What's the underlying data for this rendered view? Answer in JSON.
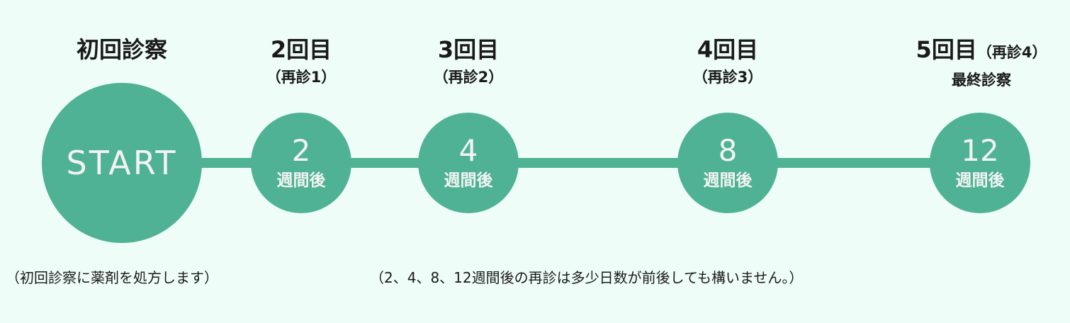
{
  "steps": [
    {
      "title": "初回診察",
      "circle": "START"
    },
    {
      "title": "2回目",
      "sub": "（再診1）",
      "num": "2",
      "unit": "週間後"
    },
    {
      "title": "3回目",
      "sub": "（再診2）",
      "num": "4",
      "unit": "週間後"
    },
    {
      "title": "4回目",
      "sub": "（再診3）",
      "num": "8",
      "unit": "週間後"
    },
    {
      "title": "5回目",
      "title_suffix": "（再診4）",
      "sub": "最終診察",
      "num": "12",
      "unit": "週間後"
    }
  ],
  "notes": {
    "left": "（初回診察に薬剤を処方します）",
    "right": "（2、4、8、12週間後の再診は多少日数が前後しても構いません。）"
  },
  "colors": {
    "circle": "#4fb294",
    "background": "#effdf8"
  }
}
